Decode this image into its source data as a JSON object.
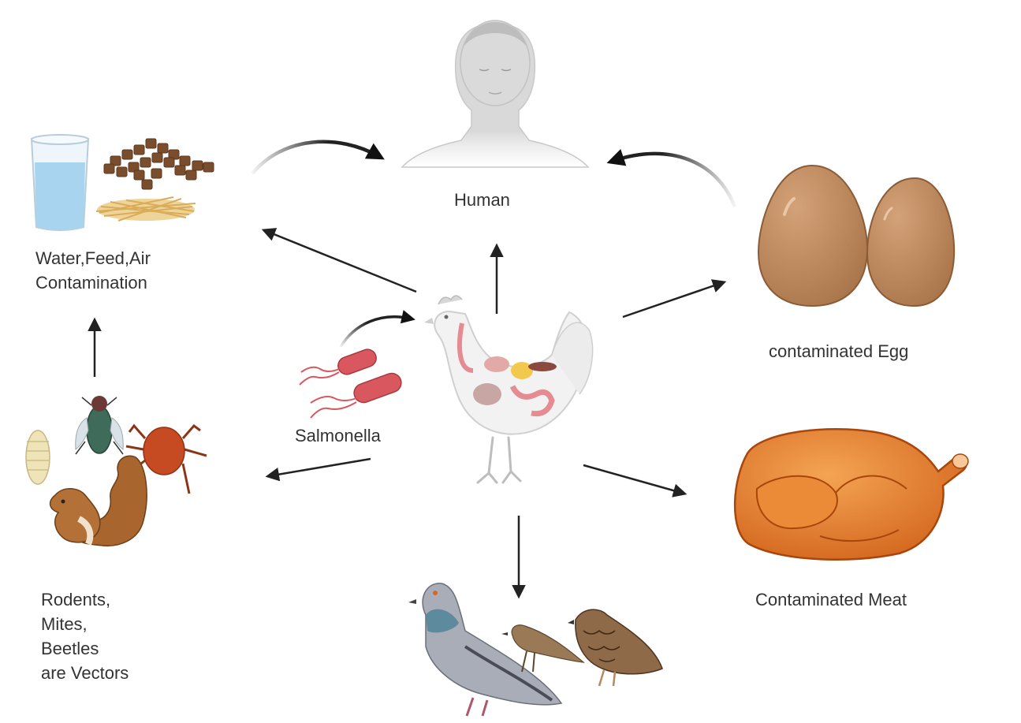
{
  "labels": {
    "human": "Human",
    "environment": [
      "Water,Feed,Air",
      "Contamination"
    ],
    "egg": "contaminated Egg",
    "meat": "Contaminated Meat",
    "salmonella": "Salmonella",
    "vectors": [
      "Rodents,",
      "Mites,",
      "Beetles",
      "are Vectors"
    ]
  },
  "colors": {
    "arrow": "#222222",
    "egg": "#b98459",
    "meat": "#e0762a",
    "bacteria": "#d9585f",
    "hen": "#f2f2f2",
    "water": "#a9d4ef",
    "feed": "#7a4e2d",
    "straw": "#e8c27a",
    "human": "#d6d6d6",
    "squirrel": "#a8652e",
    "mite": "#c64b22",
    "pigeon": "#a9adb8"
  },
  "icons": [
    "human-icon",
    "water-glass-icon",
    "feed-pellets-icon",
    "straw-icon",
    "egg-icon",
    "roast-chicken-icon",
    "hen-icon",
    "salmonella-icon",
    "fly-icon",
    "mite-icon",
    "larva-icon",
    "squirrel-icon",
    "pigeon-icon",
    "sparrow-icon",
    "quail-icon"
  ]
}
